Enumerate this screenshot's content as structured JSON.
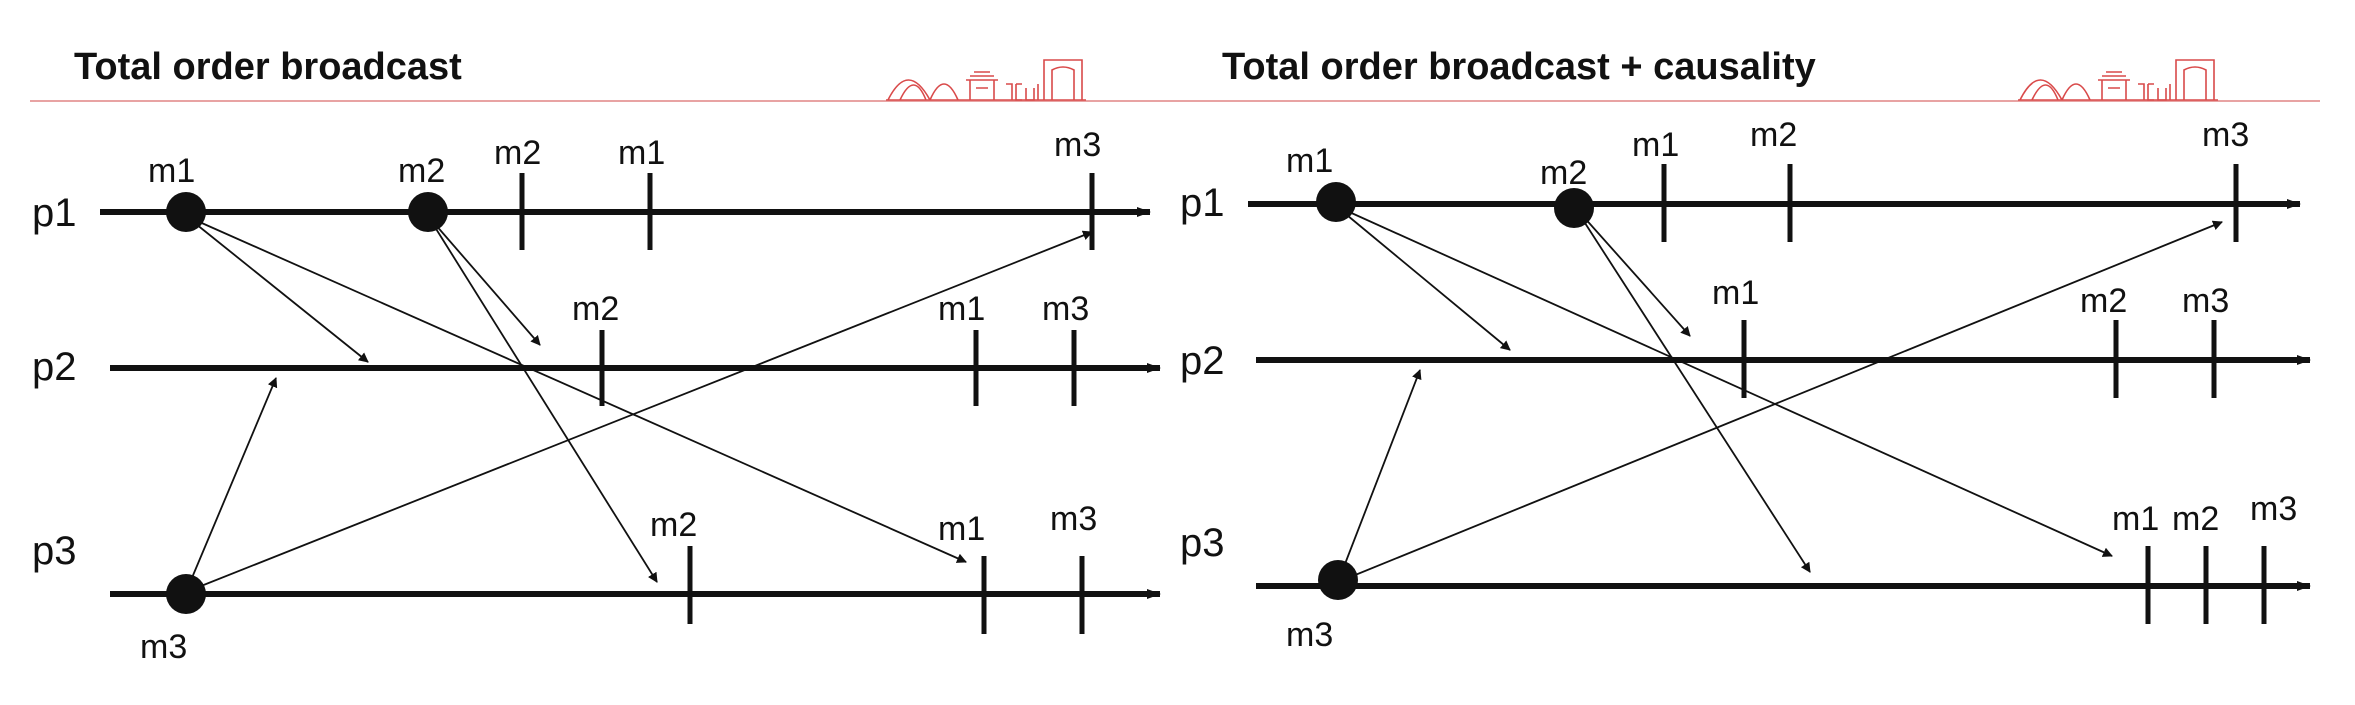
{
  "panels": [
    {
      "title": "Total order broadcast",
      "processes": [
        {
          "label": "p1",
          "events": [
            {
              "kind": "send",
              "msg": "m1",
              "label": "m1"
            },
            {
              "kind": "send",
              "msg": "m2",
              "label": "m2"
            },
            {
              "kind": "deliver",
              "msg": "m2",
              "label": "m2"
            },
            {
              "kind": "deliver",
              "msg": "m1",
              "label": "m1"
            },
            {
              "kind": "deliver",
              "msg": "m3",
              "label": "m3"
            }
          ]
        },
        {
          "label": "p2",
          "events": [
            {
              "kind": "deliver",
              "msg": "m2",
              "label": "m2"
            },
            {
              "kind": "deliver",
              "msg": "m1",
              "label": "m1"
            },
            {
              "kind": "deliver",
              "msg": "m3",
              "label": "m3"
            }
          ]
        },
        {
          "label": "p3",
          "events": [
            {
              "kind": "send",
              "msg": "m3",
              "label": "m3"
            },
            {
              "kind": "deliver",
              "msg": "m2",
              "label": "m2"
            },
            {
              "kind": "deliver",
              "msg": "m1",
              "label": "m1"
            },
            {
              "kind": "deliver",
              "msg": "m3",
              "label": "m3"
            }
          ]
        }
      ],
      "messages": [
        {
          "msg": "m1",
          "from": "p1",
          "to": "p2"
        },
        {
          "msg": "m1",
          "from": "p1",
          "to": "p3"
        },
        {
          "msg": "m2",
          "from": "p1",
          "to": "p2"
        },
        {
          "msg": "m2",
          "from": "p1",
          "to": "p3"
        },
        {
          "msg": "m3",
          "from": "p3",
          "to": "p2"
        },
        {
          "msg": "m3",
          "from": "p3",
          "to": "p1"
        }
      ]
    },
    {
      "title": "Total order broadcast + causality",
      "processes": [
        {
          "label": "p1",
          "events": [
            {
              "kind": "send",
              "msg": "m1",
              "label": "m1"
            },
            {
              "kind": "send",
              "msg": "m2",
              "label": "m2"
            },
            {
              "kind": "deliver",
              "msg": "m1",
              "label": "m1"
            },
            {
              "kind": "deliver",
              "msg": "m2",
              "label": "m2"
            },
            {
              "kind": "deliver",
              "msg": "m3",
              "label": "m3"
            }
          ]
        },
        {
          "label": "p2",
          "events": [
            {
              "kind": "deliver",
              "msg": "m1",
              "label": "m1"
            },
            {
              "kind": "deliver",
              "msg": "m2",
              "label": "m2"
            },
            {
              "kind": "deliver",
              "msg": "m3",
              "label": "m3"
            }
          ]
        },
        {
          "label": "p3",
          "events": [
            {
              "kind": "send",
              "msg": "m3",
              "label": "m3"
            },
            {
              "kind": "deliver",
              "msg": "m1",
              "label": "m1"
            },
            {
              "kind": "deliver",
              "msg": "m2",
              "label": "m2"
            },
            {
              "kind": "deliver",
              "msg": "m3",
              "label": "m3"
            }
          ]
        }
      ],
      "messages": [
        {
          "msg": "m1",
          "from": "p1",
          "to": "p2"
        },
        {
          "msg": "m1",
          "from": "p1",
          "to": "p3"
        },
        {
          "msg": "m2",
          "from": "p1",
          "to": "p2"
        },
        {
          "msg": "m2",
          "from": "p1",
          "to": "p3"
        },
        {
          "msg": "m3",
          "from": "p3",
          "to": "p2"
        },
        {
          "msg": "m3",
          "from": "p3",
          "to": "p1"
        }
      ]
    }
  ],
  "colors": {
    "ink": "#111111",
    "rule": "#e8a3a3",
    "logo": "#d94a4a"
  }
}
